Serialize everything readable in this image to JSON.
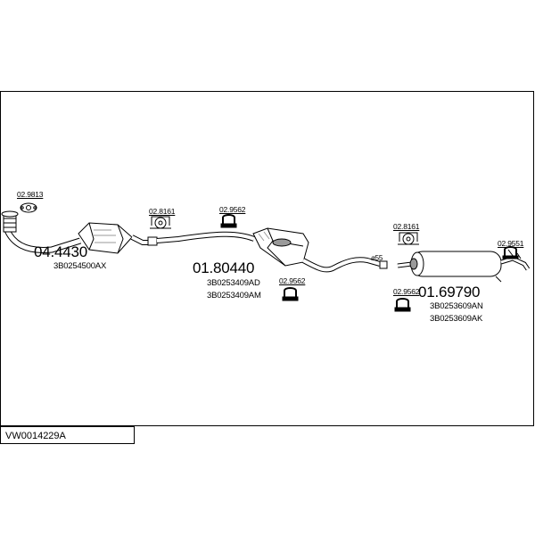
{
  "diagram": {
    "reference": "VW0014229A",
    "parts": [
      {
        "id": "catalyst",
        "number": "04.4430",
        "oem": [
          "3B0254500AX"
        ]
      },
      {
        "id": "middle-silencer",
        "number": "01.80440",
        "oem": [
          "3B0253409AD",
          "3B0253409AM"
        ]
      },
      {
        "id": "rear-silencer",
        "number": "01.69790",
        "oem": [
          "3B0253609AN",
          "3B0253609AK"
        ]
      }
    ],
    "fittings": {
      "gasket": "02.9813",
      "clamp_front": "02.8161",
      "hanger_1": "02.9562",
      "hanger_2": "02.9562",
      "clamp_rear": "02.8161",
      "hanger_3": "02.9562",
      "hanger_4": "02.9551",
      "pipe_size": "ø55"
    }
  },
  "colors": {
    "line": "#000000",
    "fill": "#ffffff",
    "shade": "#9a9a9a"
  }
}
